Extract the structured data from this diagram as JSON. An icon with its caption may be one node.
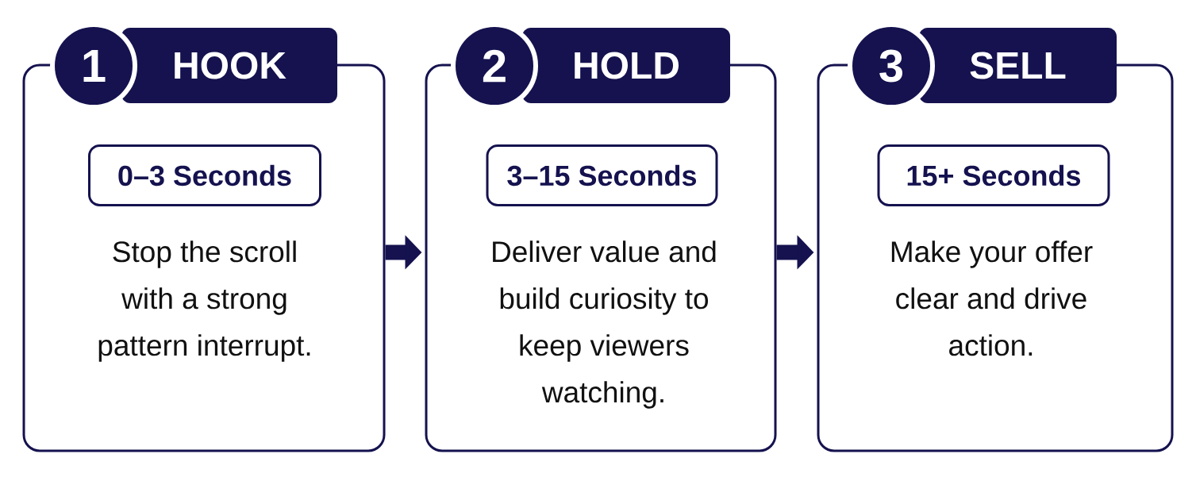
{
  "diagram": {
    "nodes": [
      {
        "text": [
          "Stop the scroll with a strong pattern interrupt."
        ]
      },
      {
        "text": [
          "1"
        ]
      },
      {
        "text": [
          "HOOK"
        ]
      },
      {
        "text": [
          "0–3 Seconds"
        ],
        "in": 0
      },
      {
        "text": [
          "Deliver value and build curiosity to keep viewers watching."
        ]
      },
      {
        "text": [
          "2"
        ]
      },
      {
        "text": [
          "HOLD"
        ]
      },
      {
        "text": [
          "3–15 Seconds"
        ],
        "in": 4
      },
      {
        "text": [
          "Make your offer clear and drive action."
        ]
      },
      {
        "text": [
          "3"
        ]
      },
      {
        "text": [
          "SELL"
        ]
      },
      {
        "text": [
          "15+ Seconds"
        ],
        "in": 8
      }
    ],
    "edges": [
      {
        "from": 0,
        "to": 4,
        "arrow": "to"
      },
      {
        "from": 4,
        "to": 8,
        "arrow": "to"
      }
    ]
  }
}
